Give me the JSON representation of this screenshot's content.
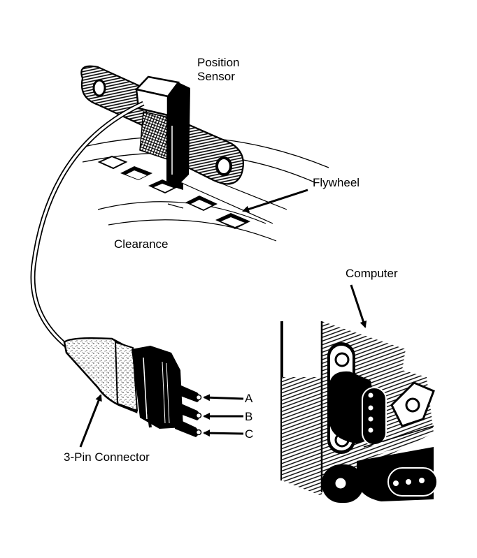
{
  "diagram": {
    "title": "Crankshaft Position Sensor and Computer Connection",
    "labels": {
      "position_sensor_line1": "Position",
      "position_sensor_line2": "Sensor",
      "flywheel": "Flywheel",
      "clearance": "Clearance",
      "computer": "Computer",
      "connector": "3-Pin Connector"
    },
    "pins": [
      "A",
      "B",
      "C"
    ],
    "colors": {
      "ink": "#000000",
      "paper": "#ffffff"
    }
  }
}
